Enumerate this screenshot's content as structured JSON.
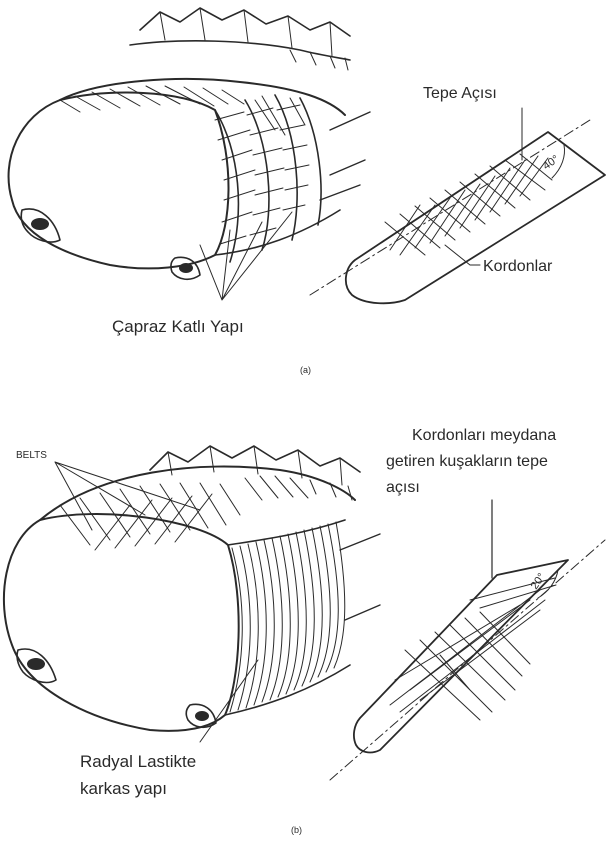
{
  "part_a": {
    "crest_angle_label": "Tepe Açısı",
    "angle_value": "40°",
    "cords_label": "Kordonlar",
    "caption": "Çapraz Katlı Yapı",
    "tag": "(a)"
  },
  "part_b": {
    "belts_label": "BELTS",
    "belt_angle_label": {
      "line1": "Kordonları meydana",
      "line2": "getiren kuşakların tepe",
      "line3": "açısı"
    },
    "angle_value": "20°",
    "caption": {
      "line1": "Radyal Lastikte",
      "line2": "karkas yapı"
    },
    "tag": "(b)"
  },
  "colors": {
    "ink": "#2a2a2a",
    "paper": "#ffffff"
  }
}
